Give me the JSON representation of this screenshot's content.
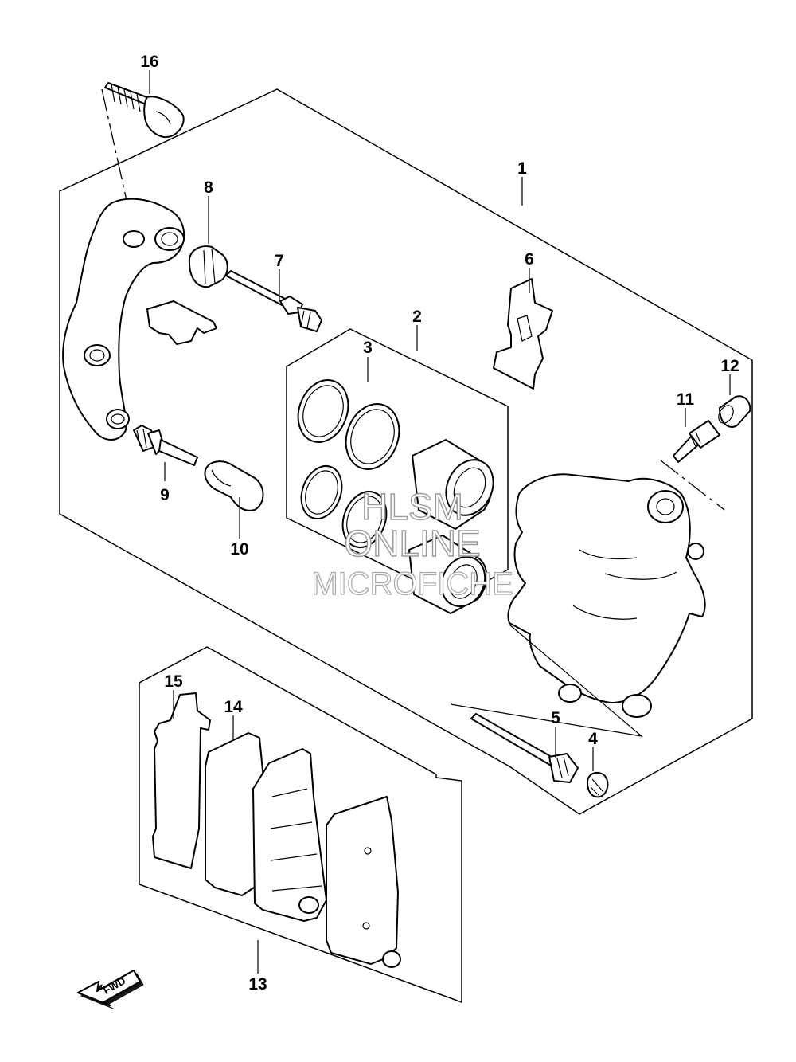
{
  "callouts": [
    {
      "id": "1",
      "label": "1"
    },
    {
      "id": "2",
      "label": "2"
    },
    {
      "id": "3",
      "label": "3"
    },
    {
      "id": "4",
      "label": "4"
    },
    {
      "id": "5",
      "label": "5"
    },
    {
      "id": "6",
      "label": "6"
    },
    {
      "id": "7",
      "label": "7"
    },
    {
      "id": "8",
      "label": "8"
    },
    {
      "id": "9",
      "label": "9"
    },
    {
      "id": "10",
      "label": "10"
    },
    {
      "id": "11",
      "label": "11"
    },
    {
      "id": "12",
      "label": "12"
    },
    {
      "id": "13",
      "label": "13"
    },
    {
      "id": "14",
      "label": "14"
    },
    {
      "id": "15",
      "label": "15"
    },
    {
      "id": "16",
      "label": "16"
    }
  ],
  "watermark": {
    "line1": "HLSM",
    "line2": "ONLINE",
    "line3": "MICROFICHE"
  },
  "fwd_label": "FWD"
}
